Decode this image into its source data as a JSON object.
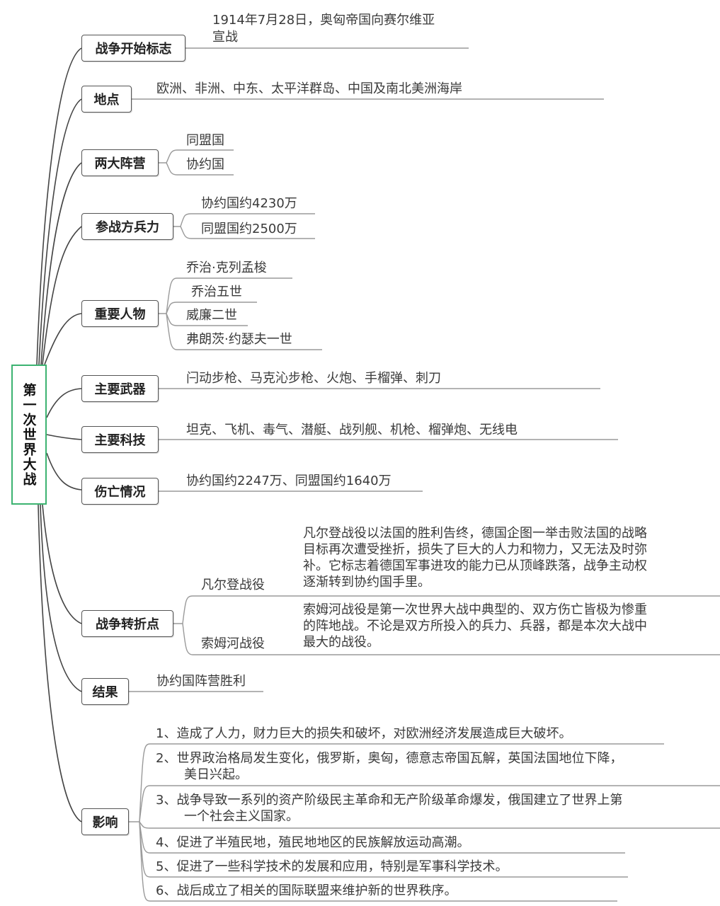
{
  "root": {
    "title": "第一次世界大战",
    "border_color": "#3cb371"
  },
  "branches": {
    "start": {
      "label": "战争开始标志",
      "items": [
        "1914年7月28日，奥匈帝国向赛尔维亚",
        "宣战"
      ]
    },
    "location": {
      "label": "地点",
      "items": [
        "欧洲、非洲、中东、太平洋群岛、中国及南北美洲海岸"
      ]
    },
    "camps": {
      "label": "两大阵营",
      "items": [
        "同盟国",
        "协约国"
      ]
    },
    "forces": {
      "label": "参战方兵力",
      "items": [
        "协约国约4230万",
        "同盟国约2500万"
      ]
    },
    "people": {
      "label": "重要人物",
      "items": [
        "乔治·克列孟梭",
        "乔治五世",
        "威廉二世",
        "弗朗茨·约瑟夫一世"
      ]
    },
    "weapons": {
      "label": "主要武器",
      "items": [
        "闩动步枪、马克沁步枪、火炮、手榴弹、刺刀"
      ]
    },
    "tech": {
      "label": "主要科技",
      "items": [
        "坦克、飞机、毒气、潜艇、战列舰、机枪、榴弹炮、无线电"
      ]
    },
    "casualties": {
      "label": "伤亡情况",
      "items": [
        "协约国约2247万、同盟国约1640万"
      ]
    },
    "turning": {
      "label": "战争转折点",
      "battles": [
        {
          "name": "凡尔登战役",
          "desc_lines": [
            "凡尔登战役以法国的胜利告终，德国企图一举击败法国的战略",
            "目标再次遭受挫折，损失了巨大的人力和物力，又无法及时弥",
            "补。它标志着德国军事进攻的能力已从顶峰跌落，战争主动权",
            "逐渐转到协约国手里。"
          ]
        },
        {
          "name": "索姆河战役",
          "desc_lines": [
            "索姆河战役是第一次世界大战中典型的、双方伤亡皆极为惨重",
            "的阵地战。不论是双方所投入的兵力、兵器，都是本次大战中",
            "最大的战役。"
          ]
        }
      ]
    },
    "result": {
      "label": "结果",
      "items": [
        "协约国阵营胜利"
      ]
    },
    "impact": {
      "label": "影响",
      "items": [
        {
          "lines": [
            "1、造成了人力，财力巨大的损失和破坏，对欧洲经济发展造成巨大破坏。"
          ]
        },
        {
          "lines": [
            "2、世界政治格局发生变化，俄罗斯，奥匈，德意志帝国瓦解，英国法国地位下降，",
            "美日兴起。"
          ]
        },
        {
          "lines": [
            "3、战争导致一系列的资产阶级民主革命和无产阶级革命爆发，俄国建立了世界上第",
            "一个社会主义国家。"
          ]
        },
        {
          "lines": [
            "4、促进了半殖民地，殖民地地区的民族解放运动高潮。"
          ]
        },
        {
          "lines": [
            "5、促进了一些科学技术的发展和应用，特别是军事科学技术。"
          ]
        },
        {
          "lines": [
            "6、战后成立了相关的国际联盟来维护新的世界秩序。"
          ]
        }
      ]
    }
  },
  "colors": {
    "line": "#9a9a9a",
    "trunk": "#444444",
    "node_border": "#555555",
    "text": "#3a3a3a"
  }
}
